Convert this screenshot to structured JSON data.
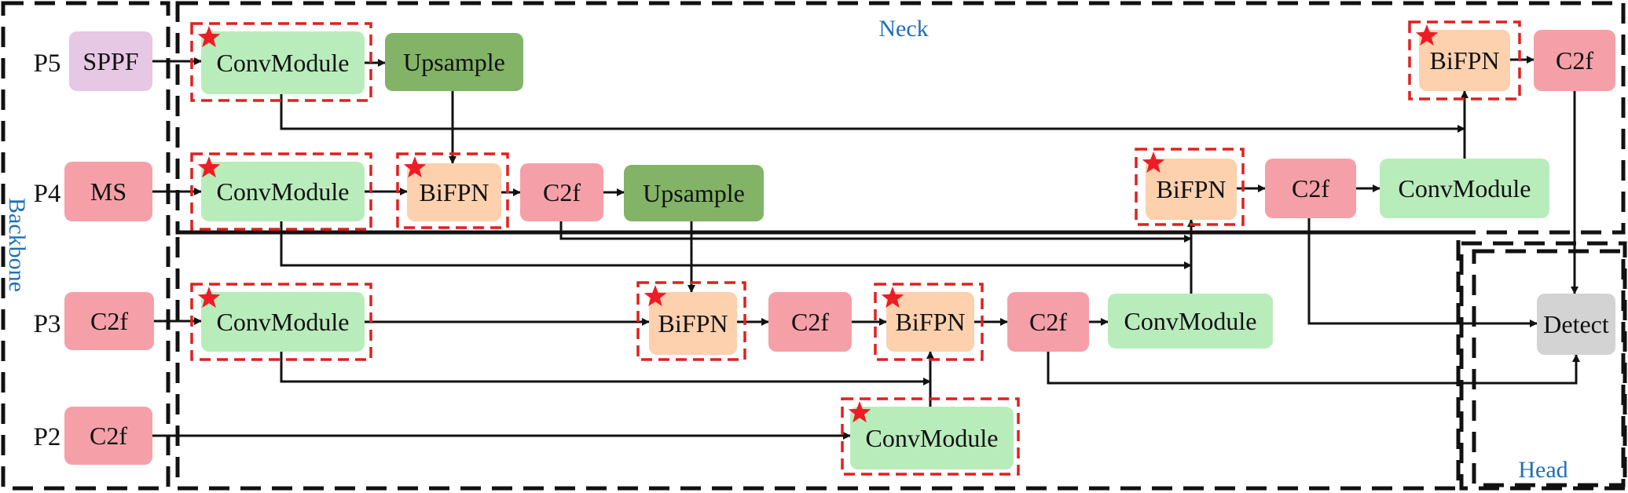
{
  "colors": {
    "pink": "#f5a0a8",
    "green_light": "#b9ecbb",
    "green_dark": "#82b366",
    "orange": "#fdd0ae",
    "purple": "#e6c7e4",
    "gray": "#d3d3d3",
    "star": "#ee1c24",
    "highlight_border": "#e02020",
    "section_label": "#1f6fb4",
    "region_border": "#111111"
  },
  "sections": {
    "backbone": "Backbone",
    "neck": "Neck",
    "head": "Head"
  },
  "levels": [
    {
      "id": "p5",
      "label": "P5"
    },
    {
      "id": "p4",
      "label": "P4"
    },
    {
      "id": "p3",
      "label": "P3"
    },
    {
      "id": "p2",
      "label": "P2"
    }
  ],
  "nodes": [
    {
      "id": "sppf",
      "label": "SPPF",
      "color": "purple",
      "starred": false
    },
    {
      "id": "ms",
      "label": "MS",
      "color": "pink",
      "starred": false
    },
    {
      "id": "c2f_p3",
      "label": "C2f",
      "color": "pink",
      "starred": false
    },
    {
      "id": "c2f_p2",
      "label": "C2f",
      "color": "pink",
      "starred": false
    },
    {
      "id": "conv_p5",
      "label": "ConvModule",
      "color": "green_light",
      "starred": true
    },
    {
      "id": "upsample1",
      "label": "Upsample",
      "color": "green_dark",
      "starred": false
    },
    {
      "id": "conv_p4",
      "label": "ConvModule",
      "color": "green_light",
      "starred": true
    },
    {
      "id": "bifpn1",
      "label": "BiFPN",
      "color": "orange",
      "starred": true
    },
    {
      "id": "c2f_n1",
      "label": "C2f",
      "color": "pink",
      "starred": false
    },
    {
      "id": "upsample2",
      "label": "Upsample",
      "color": "green_dark",
      "starred": false
    },
    {
      "id": "conv_p3",
      "label": "ConvModule",
      "color": "green_light",
      "starred": true
    },
    {
      "id": "bifpn2",
      "label": "BiFPN",
      "color": "orange",
      "starred": true
    },
    {
      "id": "c2f_n2",
      "label": "C2f",
      "color": "pink",
      "starred": false
    },
    {
      "id": "bifpn3",
      "label": "BiFPN",
      "color": "orange",
      "starred": true
    },
    {
      "id": "c2f_n3",
      "label": "C2f",
      "color": "pink",
      "starred": false
    },
    {
      "id": "conv_n3",
      "label": "ConvModule",
      "color": "green_light",
      "starred": false
    },
    {
      "id": "conv_p2",
      "label": "ConvModule",
      "color": "green_light",
      "starred": true
    },
    {
      "id": "bifpn4",
      "label": "BiFPN",
      "color": "orange",
      "starred": true
    },
    {
      "id": "c2f_n4",
      "label": "C2f",
      "color": "pink",
      "starred": false
    },
    {
      "id": "conv_n4",
      "label": "ConvModule",
      "color": "green_light",
      "starred": false
    },
    {
      "id": "bifpn5",
      "label": "BiFPN",
      "color": "orange",
      "starred": true
    },
    {
      "id": "c2f_n5",
      "label": "C2f",
      "color": "pink",
      "starred": false
    },
    {
      "id": "detect",
      "label": "Detect",
      "color": "gray",
      "starred": false
    }
  ],
  "edges": [
    {
      "from": "sppf",
      "to": "conv_p5"
    },
    {
      "from": "ms",
      "to": "conv_p4"
    },
    {
      "from": "c2f_p3",
      "to": "conv_p3"
    },
    {
      "from": "c2f_p2",
      "to": "conv_p2"
    },
    {
      "from": "conv_p5",
      "to": "upsample1"
    },
    {
      "from": "upsample1",
      "to": "bifpn1"
    },
    {
      "from": "conv_p4",
      "to": "bifpn1"
    },
    {
      "from": "bifpn1",
      "to": "c2f_n1"
    },
    {
      "from": "c2f_n1",
      "to": "upsample2"
    },
    {
      "from": "upsample2",
      "to": "bifpn2"
    },
    {
      "from": "conv_p3",
      "to": "bifpn2"
    },
    {
      "from": "bifpn2",
      "to": "c2f_n2"
    },
    {
      "from": "c2f_n2",
      "to": "bifpn3"
    },
    {
      "from": "conv_p3",
      "to": "bifpn3"
    },
    {
      "from": "conv_p2",
      "to": "bifpn3"
    },
    {
      "from": "bifpn3",
      "to": "c2f_n3"
    },
    {
      "from": "c2f_n3",
      "to": "conv_n3"
    },
    {
      "from": "conv_n3",
      "to": "bifpn4"
    },
    {
      "from": "c2f_n1",
      "to": "bifpn4"
    },
    {
      "from": "conv_p4",
      "to": "bifpn4"
    },
    {
      "from": "bifpn4",
      "to": "c2f_n4"
    },
    {
      "from": "c2f_n4",
      "to": "conv_n4"
    },
    {
      "from": "conv_n4",
      "to": "bifpn5"
    },
    {
      "from": "conv_p5",
      "to": "bifpn5"
    },
    {
      "from": "bifpn5",
      "to": "c2f_n5"
    },
    {
      "from": "c2f_n5",
      "to": "detect"
    },
    {
      "from": "c2f_n4",
      "to": "detect"
    },
    {
      "from": "c2f_n3",
      "to": "detect"
    }
  ]
}
